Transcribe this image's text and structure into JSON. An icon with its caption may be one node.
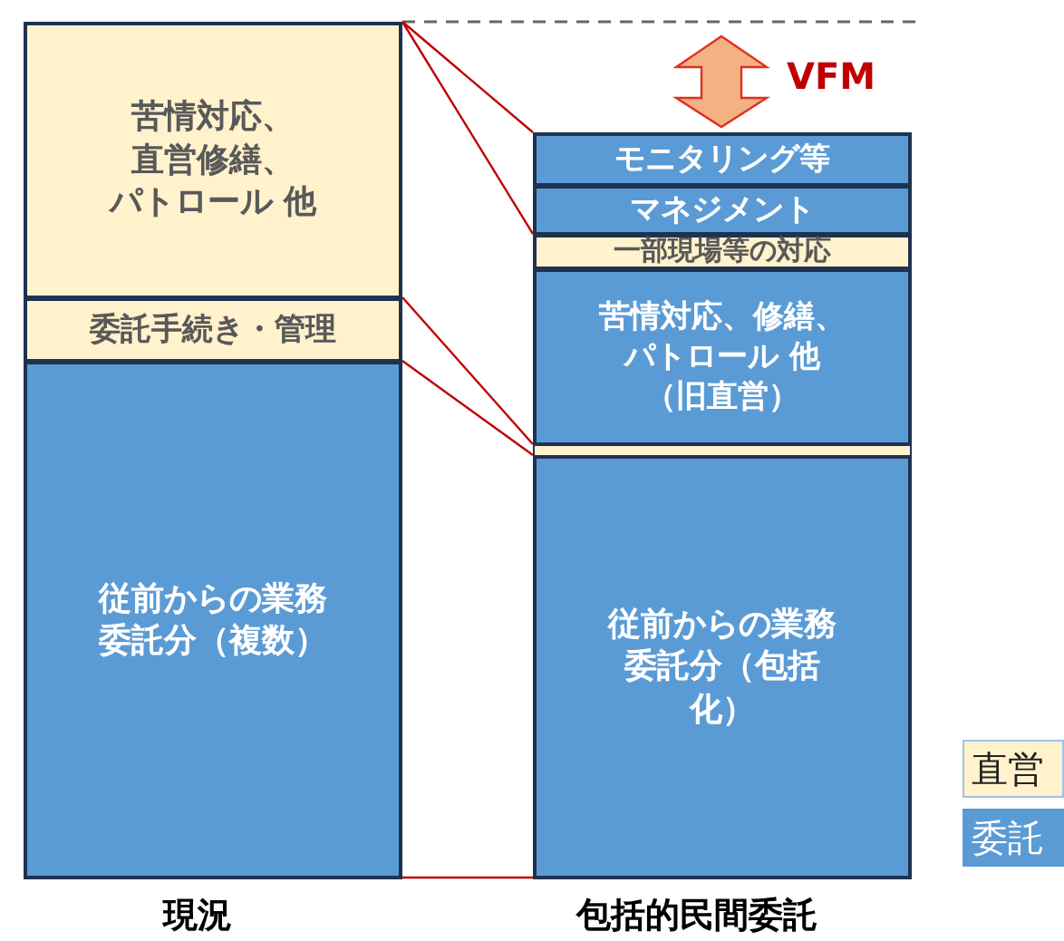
{
  "diagram": {
    "nodes": [
      {
        "text": [
          "苦情対応、直営修繕、パトロール 他"
        ]
      },
      {
        "text": [
          "委託手続き・管理"
        ]
      },
      {
        "text": [
          "従前からの業務委託分（複数）"
        ]
      },
      {
        "text": [
          "モニタリング等"
        ]
      },
      {
        "text": [
          "マネジメント"
        ]
      },
      {
        "text": [
          "一部現場等の対応"
        ]
      },
      {
        "text": [
          "苦情対応、修繕、パトロール 他",
          "（旧直営）"
        ]
      },
      {
        "text": [],
        "shape": "bar"
      },
      {
        "text": [
          "従前からの業務委託分（包括化）"
        ]
      }
    ],
    "edges": [
      {
        "from": 0,
        "to": 3,
        "arrow": "none",
        "color": "#c00000"
      },
      {
        "from": 0,
        "to": 5,
        "arrow": "none",
        "color": "#c00000"
      },
      {
        "from": 1,
        "to": 7,
        "arrow": "none",
        "color": "#c00000"
      },
      {
        "from": 2,
        "to": 8,
        "arrow": "none",
        "color": "#c00000"
      },
      {
        "from": 2,
        "to": 8,
        "arrow": "none",
        "color": "#c00000"
      }
    ],
    "labels": [
      "VFM",
      "現況",
      "包括的民間委託"
    ],
    "legend": [
      {
        "text": "直営",
        "color": "#fff2cc"
      },
      {
        "text": "委託",
        "color": "#5b9bd5"
      }
    ]
  }
}
